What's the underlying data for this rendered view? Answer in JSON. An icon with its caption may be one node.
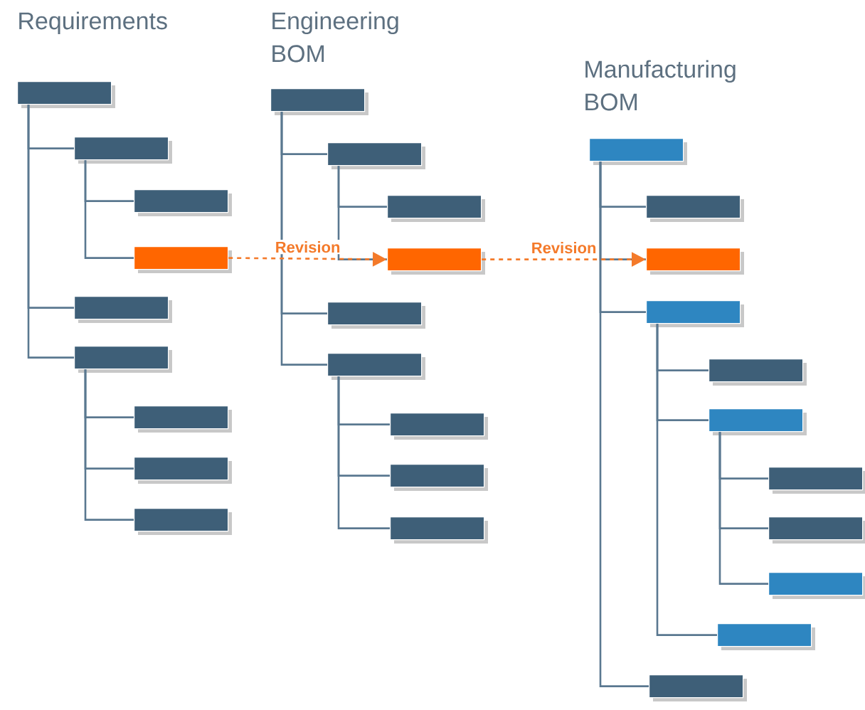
{
  "diagram": {
    "nodes": [
      {
        "text": [],
        "shape": "bar"
      },
      {
        "text": [],
        "shape": "bar"
      },
      {
        "text": [],
        "shape": "bar"
      },
      {
        "text": [],
        "shape": "bar"
      },
      {
        "text": [],
        "shape": "bar"
      },
      {
        "text": [],
        "shape": "bar"
      },
      {
        "text": [],
        "shape": "bar"
      },
      {
        "text": [],
        "shape": "bar"
      },
      {
        "text": [],
        "shape": "bar"
      },
      {
        "text": [],
        "shape": "bar"
      },
      {
        "text": [],
        "shape": "bar"
      },
      {
        "text": [],
        "shape": "bar"
      },
      {
        "text": [],
        "shape": "bar"
      },
      {
        "text": [],
        "shape": "bar"
      },
      {
        "text": [],
        "shape": "bar"
      },
      {
        "text": [],
        "shape": "bar"
      },
      {
        "text": [],
        "shape": "bar"
      },
      {
        "text": [],
        "shape": "bar"
      },
      {
        "text": [],
        "shape": "bar"
      },
      {
        "text": [],
        "shape": "bar"
      },
      {
        "text": [],
        "shape": "bar"
      },
      {
        "text": [],
        "shape": "bar"
      },
      {
        "text": [],
        "shape": "bar"
      },
      {
        "text": [],
        "shape": "bar"
      },
      {
        "text": [],
        "shape": "bar"
      },
      {
        "text": [],
        "shape": "bar"
      },
      {
        "text": [],
        "shape": "bar"
      },
      {
        "text": [],
        "shape": "bar"
      },
      {
        "text": [],
        "shape": "bar"
      }
    ],
    "edges": [
      {
        "from": 0,
        "to": 1,
        "arrow": "none"
      },
      {
        "from": 1,
        "to": 2,
        "arrow": "none"
      },
      {
        "from": 1,
        "to": 3,
        "arrow": "none"
      },
      {
        "from": 0,
        "to": 4,
        "arrow": "none"
      },
      {
        "from": 0,
        "to": 5,
        "arrow": "none"
      },
      {
        "from": 5,
        "to": 6,
        "arrow": "none"
      },
      {
        "from": 5,
        "to": 7,
        "arrow": "none"
      },
      {
        "from": 5,
        "to": 8,
        "arrow": "none"
      },
      {
        "from": 9,
        "to": 10,
        "arrow": "none"
      },
      {
        "from": 10,
        "to": 11,
        "arrow": "none"
      },
      {
        "from": 10,
        "to": 12,
        "arrow": "none"
      },
      {
        "from": 9,
        "to": 13,
        "arrow": "none"
      },
      {
        "from": 9,
        "to": 14,
        "arrow": "none"
      },
      {
        "from": 14,
        "to": 15,
        "arrow": "none"
      },
      {
        "from": 14,
        "to": 16,
        "arrow": "none"
      },
      {
        "from": 14,
        "to": 17,
        "arrow": "none"
      },
      {
        "from": 18,
        "to": 19,
        "arrow": "none"
      },
      {
        "from": 18,
        "to": 20,
        "arrow": "none"
      },
      {
        "from": 18,
        "to": 21,
        "arrow": "none"
      },
      {
        "from": 21,
        "to": 22,
        "arrow": "none"
      },
      {
        "from": 21,
        "to": 23,
        "arrow": "none"
      },
      {
        "from": 23,
        "to": 24,
        "arrow": "none"
      },
      {
        "from": 23,
        "to": 25,
        "arrow": "none"
      },
      {
        "from": 23,
        "to": 26,
        "arrow": "none"
      },
      {
        "from": 21,
        "to": 27,
        "arrow": "none"
      },
      {
        "from": 18,
        "to": 28,
        "arrow": "none"
      },
      {
        "from": 3,
        "to": 12,
        "arrow": "to",
        "label": "Revision",
        "style": "dashed",
        "color": "#f47a2a"
      },
      {
        "from": 12,
        "to": 20,
        "arrow": "to",
        "label": "Revision",
        "style": "dashed",
        "color": "#f47a2a"
      }
    ],
    "labels": [
      "Requirements",
      "Engineering BOM",
      "Manufacturing BOM"
    ]
  }
}
